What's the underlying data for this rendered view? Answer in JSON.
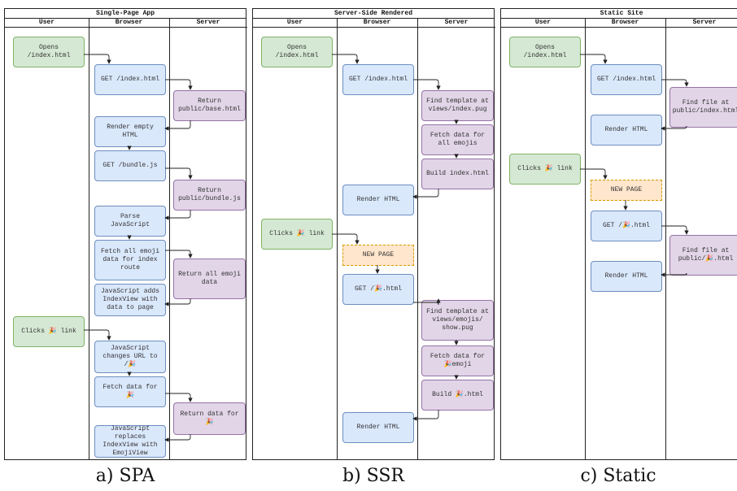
{
  "panels": [
    {
      "title": "Single-Page App",
      "lanes": [
        "User",
        "Browser",
        "Server"
      ],
      "caption": "a) SPA",
      "nodes": [
        {
          "text": "Opens\n/index.html",
          "kind": "user"
        },
        {
          "text": "GET /index.html",
          "kind": "browser"
        },
        {
          "text": "Return\npublic/base.html",
          "kind": "server"
        },
        {
          "text": "Render empty\nHTML",
          "kind": "browser"
        },
        {
          "text": "GET /bundle.js",
          "kind": "browser"
        },
        {
          "text": "Return\npublic/bundle.js",
          "kind": "server"
        },
        {
          "text": "Parse\nJavaScript",
          "kind": "browser"
        },
        {
          "text": "Fetch all emoji\ndata for index\nroute",
          "kind": "browser"
        },
        {
          "text": "Return all emoji\ndata",
          "kind": "server"
        },
        {
          "text": "JavaScript adds\nIndexView with\ndata to page",
          "kind": "browser"
        },
        {
          "text": "Clicks 🎉 link",
          "kind": "user"
        },
        {
          "text": "JavaScript\nchanges URL to\n/🎉",
          "kind": "browser"
        },
        {
          "text": "Fetch data for\n🎉",
          "kind": "browser"
        },
        {
          "text": "Return data for\n🎉",
          "kind": "server"
        },
        {
          "text": "JavaScript\nreplaces\nIndexView with\nEmojiView",
          "kind": "browser"
        }
      ]
    },
    {
      "title": "Server-Side Rendered",
      "lanes": [
        "User",
        "Browser",
        "Server"
      ],
      "caption": "b) SSR",
      "nodes": [
        {
          "text": "Opens\n/index.html",
          "kind": "user"
        },
        {
          "text": "GET /index.html",
          "kind": "browser"
        },
        {
          "text": "Find template at\nviews/index.pug",
          "kind": "server"
        },
        {
          "text": "Fetch data for\nall emojis",
          "kind": "server"
        },
        {
          "text": "Build index.html",
          "kind": "server"
        },
        {
          "text": "Render HTML",
          "kind": "browser"
        },
        {
          "text": "Clicks 🎉 link",
          "kind": "user"
        },
        {
          "text": "NEW PAGE",
          "kind": "newpage"
        },
        {
          "text": "GET /🎉.html",
          "kind": "browser"
        },
        {
          "text": "Find template at\nviews/emojis/\nshow.pug",
          "kind": "server"
        },
        {
          "text": "Fetch data for\n🎉emoji",
          "kind": "server"
        },
        {
          "text": "Build 🎉.html",
          "kind": "server"
        },
        {
          "text": "Render HTML",
          "kind": "browser"
        }
      ]
    },
    {
      "title": "Static Site",
      "lanes": [
        "User",
        "Browser",
        "Server"
      ],
      "caption": "c) Static",
      "nodes": [
        {
          "text": "Opens\n/index.html",
          "kind": "user"
        },
        {
          "text": "GET /index.html",
          "kind": "browser"
        },
        {
          "text": "Find file at\npublic/index.html",
          "kind": "server"
        },
        {
          "text": "Render HTML",
          "kind": "browser"
        },
        {
          "text": "Clicks 🎉 link",
          "kind": "user"
        },
        {
          "text": "NEW PAGE",
          "kind": "newpage"
        },
        {
          "text": "GET /🎉.html",
          "kind": "browser"
        },
        {
          "text": "Find file at\npublic/🎉.html",
          "kind": "server"
        },
        {
          "text": "Render HTML",
          "kind": "browser"
        }
      ]
    }
  ]
}
